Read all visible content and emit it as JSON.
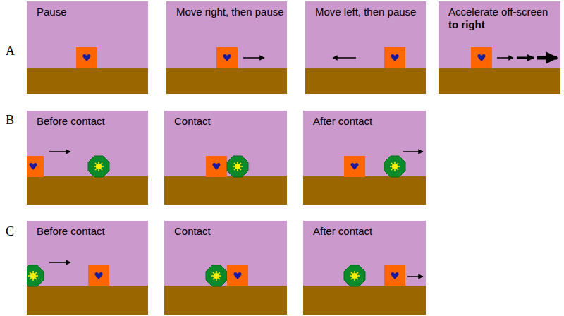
{
  "diagram": {
    "nodes": [
      {
        "text": [
          "Pause"
        ]
      },
      {
        "text": [
          "Move right, then pause"
        ]
      },
      {
        "text": [
          "Move left, then pause"
        ]
      },
      {
        "text": [
          "Accelerate off-screen",
          "to right"
        ]
      },
      {
        "text": [
          "Before contact"
        ]
      },
      {
        "text": [
          "Contact"
        ]
      },
      {
        "text": [
          "After contact"
        ]
      },
      {
        "text": [
          "Before contact"
        ]
      },
      {
        "text": [
          "Contact"
        ]
      },
      {
        "text": [
          "After contact"
        ]
      }
    ],
    "labels": [
      "A",
      "B",
      "C"
    ]
  }
}
